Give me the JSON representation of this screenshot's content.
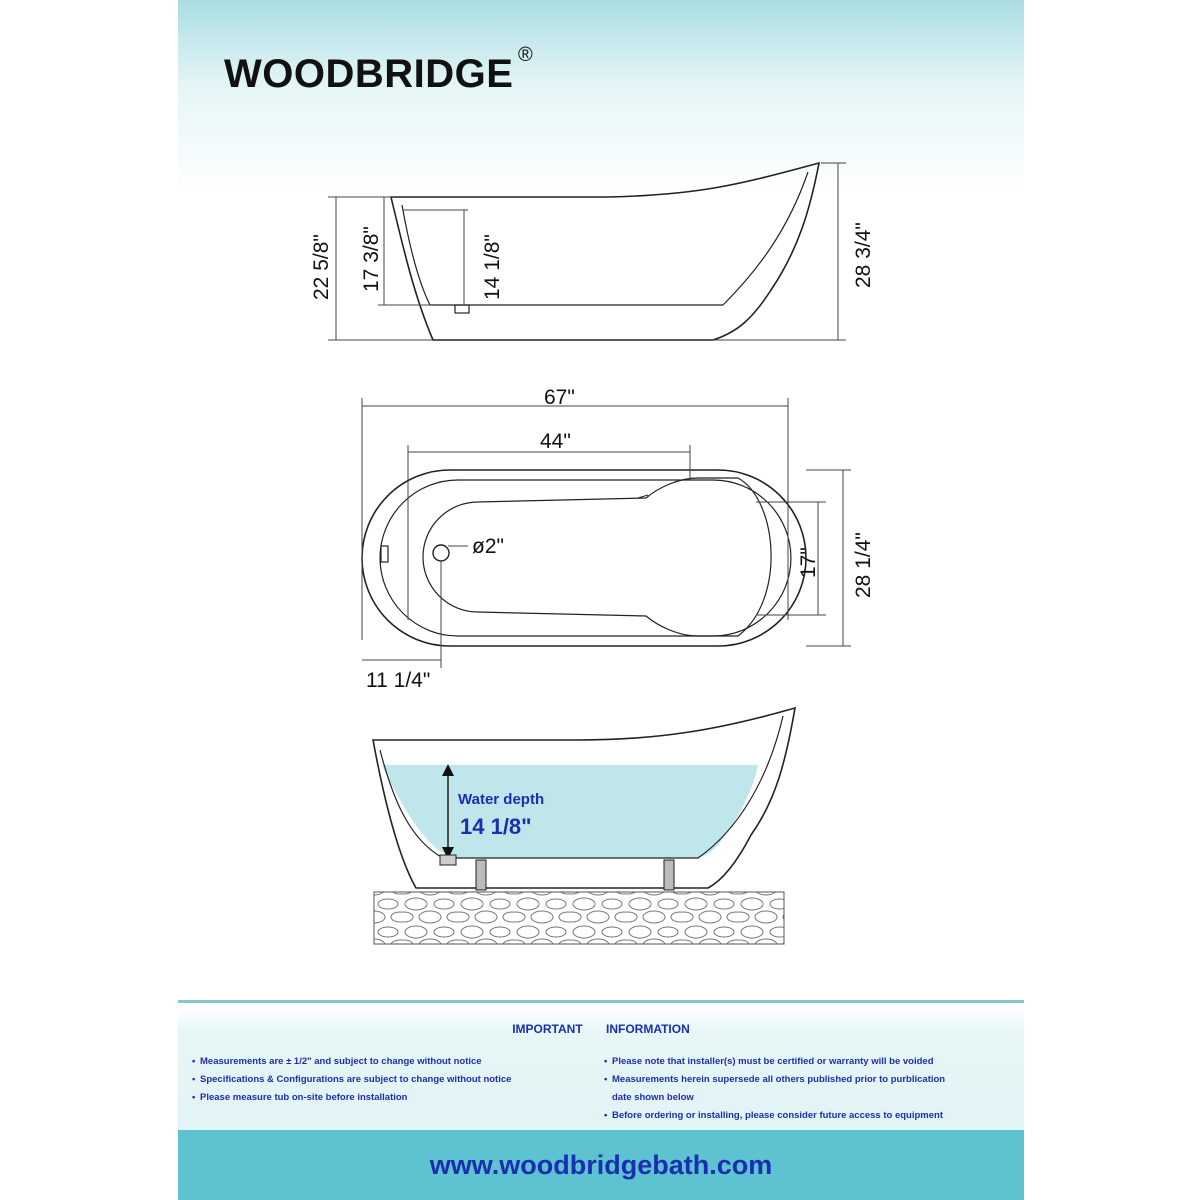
{
  "brand": {
    "name": "WOODBRIDGE",
    "registered": "®"
  },
  "side_view": {
    "overall_height_left": "22 5/8\"",
    "interior_depth": "17 3/8\"",
    "drain_height": "14 1/8\"",
    "overall_height_right": "28 3/4\""
  },
  "top_view": {
    "length": "67\"",
    "interior_length": "44\"",
    "drain_diameter": "ø2\"",
    "interior_width": "17\"",
    "overall_width": "28 1/4\"",
    "drain_offset": "11 1/4\""
  },
  "water_view": {
    "label": "Water depth",
    "value": "14 1/8\"",
    "water_color": "#bfe6ea"
  },
  "notice": {
    "title_left": "IMPORTANT",
    "title_right": "INFORMATION",
    "left_items": [
      "Measurements are ± 1/2\" and subject to change without notice",
      "Specifications & Configurations are subject to change without notice",
      "Please measure tub on-site before installation"
    ],
    "right_items": [
      "Please note that installer(s) must be certified or warranty will be voided",
      "Measurements herein supersede all others published prior to purblication",
      "date shown below",
      "Before ordering or installing, please consider future access to equipment"
    ]
  },
  "footer": {
    "website": "www.woodbridgebath.com"
  },
  "colors": {
    "accent_blue": "#1a2fb0",
    "teal": "#5ec3d0"
  }
}
